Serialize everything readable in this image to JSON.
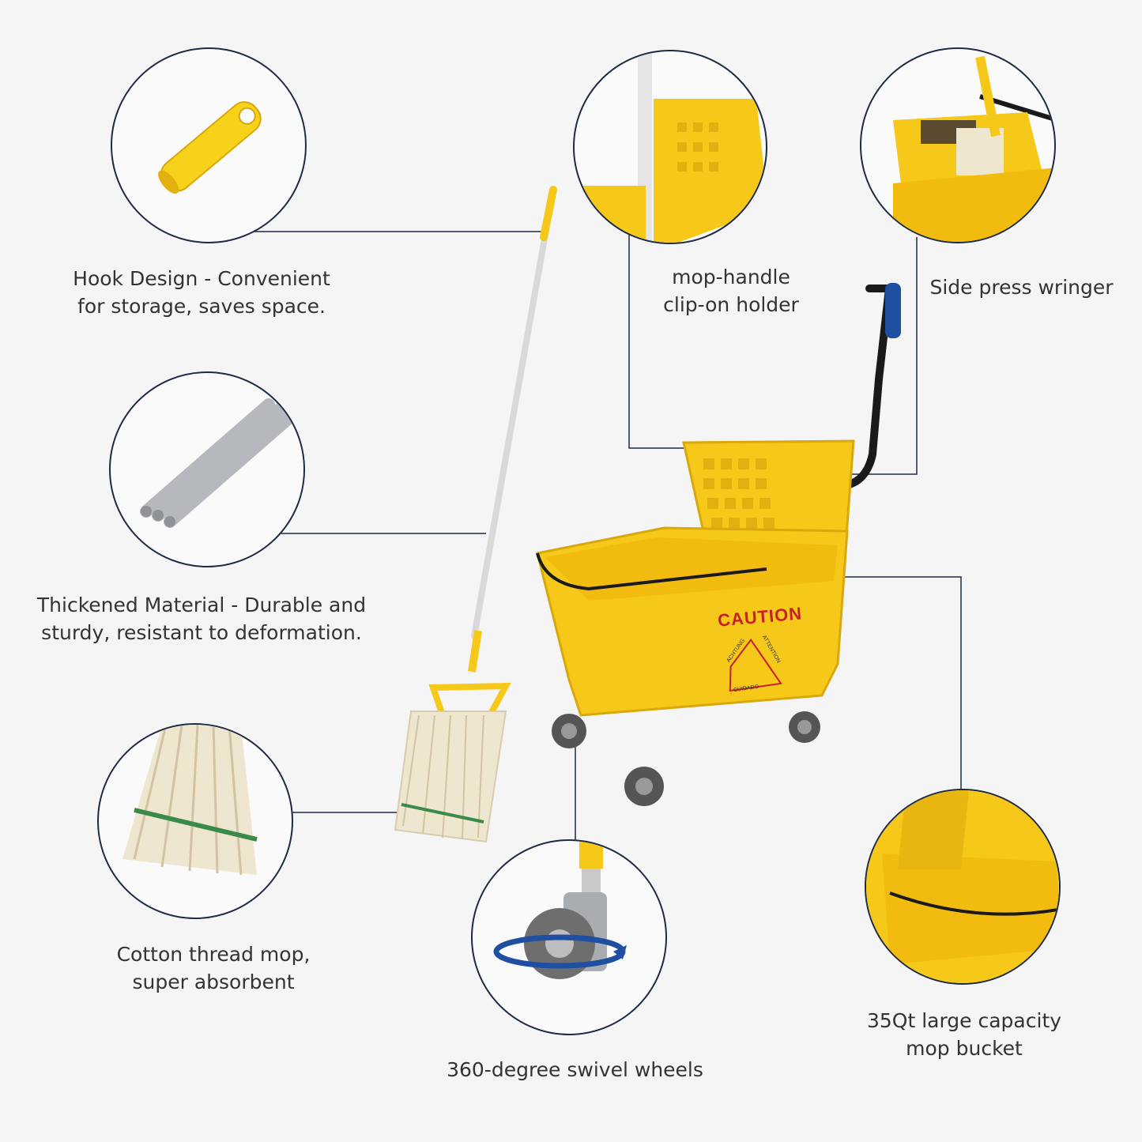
{
  "colors": {
    "background": "#f5f5f5",
    "outline": "#1f2a44",
    "bucket_yellow": "#f6c81a",
    "bucket_shadow": "#d9a80c",
    "caution_red": "#c8202a",
    "handle_blue": "#1f4fa0"
  },
  "features": [
    {
      "id": "hook",
      "lines": [
        "Hook Design - Convenient",
        "for storage, saves space."
      ],
      "icon": "hook-handle-closeup"
    },
    {
      "id": "thickened",
      "lines": [
        "Thickened Material - Durable and",
        "sturdy, resistant to deformation."
      ],
      "icon": "pole-sections-closeup"
    },
    {
      "id": "cotton",
      "lines": [
        "Cotton thread mop,",
        "super absorbent"
      ],
      "icon": "mop-head-closeup"
    },
    {
      "id": "clip",
      "lines": [
        "mop-handle",
        "clip-on holder"
      ],
      "icon": "clip-holder-closeup"
    },
    {
      "id": "wringer",
      "lines": [
        "Side press wringer"
      ],
      "icon": "wringer-closeup"
    },
    {
      "id": "wheels",
      "lines": [
        "360-degree swivel wheels"
      ],
      "icon": "swivel-wheel-closeup"
    },
    {
      "id": "capacity",
      "lines": [
        "35Qt large capacity",
        "mop bucket"
      ],
      "icon": "bucket-interior-closeup"
    }
  ],
  "bucket_label": {
    "caution": "CAUTION",
    "sign_words": [
      "ACHTUNG",
      "ATTENTION",
      "CUIDADO"
    ]
  }
}
